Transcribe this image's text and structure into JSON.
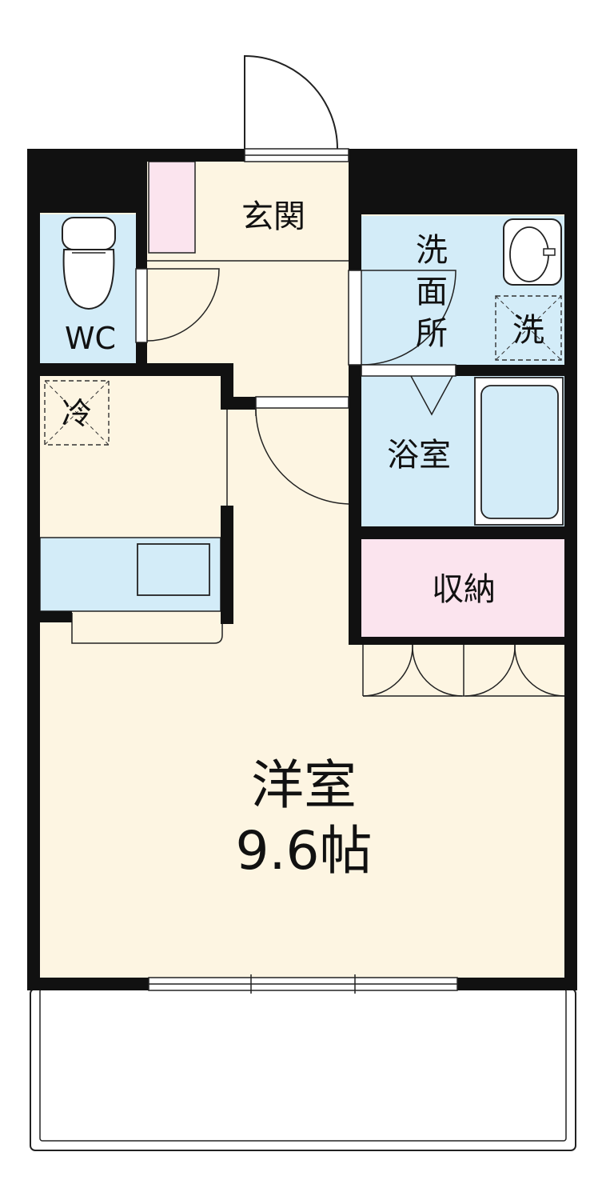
{
  "rooms": {
    "entrance": "玄関",
    "wc": "WC",
    "washroom_line1": "洗",
    "washroom_line2": "面",
    "washroom_line3": "所",
    "washer_mark": "洗",
    "fridge_mark": "冷",
    "bath": "浴室",
    "storage": "収納",
    "main_room_name": "洋室",
    "main_room_size": "9.6帖"
  },
  "colors": {
    "wall": "#111111",
    "cream_floor": "#fdf5e2",
    "wet_area_blue": "#d3ecf8",
    "storage_pink": "#fbe4ee",
    "balcony": "#ffffff"
  }
}
